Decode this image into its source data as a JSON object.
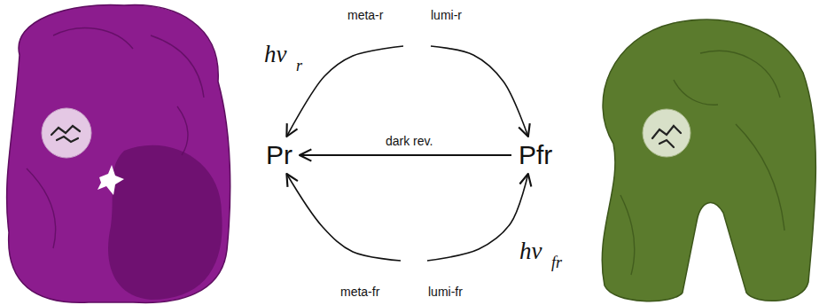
{
  "diagram": {
    "nodes": [
      {
        "text": [
          "Pr"
        ]
      },
      {
        "text": [
          "Pfr"
        ]
      }
    ],
    "edges": [
      {
        "from": 0,
        "to": 1,
        "arrow": "both"
      },
      {
        "from": 1,
        "to": 0,
        "label": "dark rev.",
        "arrow": "to"
      },
      {
        "from": 1,
        "to": 0,
        "arrow": "both"
      }
    ],
    "labels": [
      "meta-r",
      "lumi-r",
      "hν",
      "r",
      "meta-fr",
      "lumi-fr",
      "hν",
      "fr"
    ]
  }
}
